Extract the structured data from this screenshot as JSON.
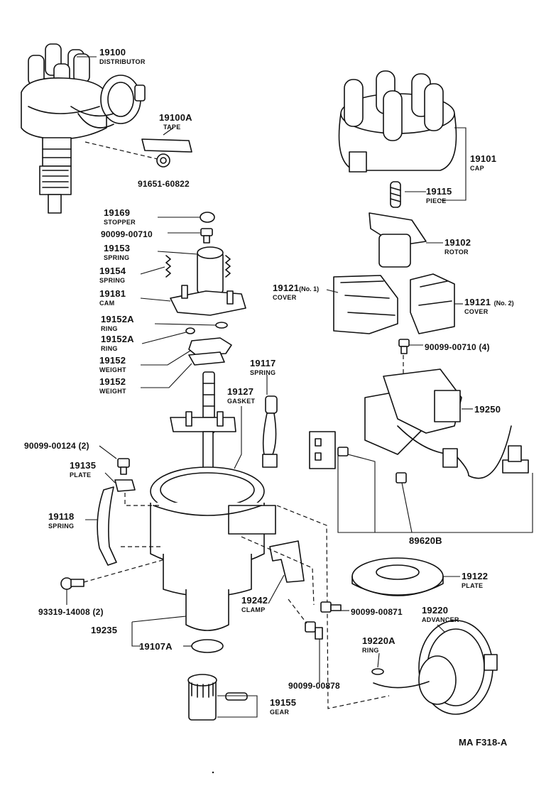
{
  "labels": {
    "p19100": {
      "num": "19100",
      "name": "DISTRIBUTOR"
    },
    "p19100A": {
      "num": "19100A",
      "name": "TAPE"
    },
    "p91651": {
      "num": "91651-60822"
    },
    "p19101": {
      "num": "19101",
      "name": "CAP"
    },
    "p19115": {
      "num": "19115",
      "name": "PIECE"
    },
    "p19169": {
      "num": "19169",
      "name": "STOPPER"
    },
    "p90099_00710a": {
      "num": "90099-00710"
    },
    "p19153": {
      "num": "19153",
      "name": "SPRING"
    },
    "p19154": {
      "num": "19154",
      "name": "SPRING"
    },
    "p19181": {
      "num": "19181",
      "name": "CAM"
    },
    "p19152A_1": {
      "num": "19152A",
      "name": "RING"
    },
    "p19152A_2": {
      "num": "19152A",
      "name": "RING"
    },
    "p19152_1": {
      "num": "19152",
      "name": "WEIGHT"
    },
    "p19152_2": {
      "num": "19152",
      "name": "WEIGHT"
    },
    "p19102": {
      "num": "19102",
      "name": "ROTOR"
    },
    "p19121_1": {
      "num": "19121",
      "qual": "(No. 1)",
      "name": "COVER"
    },
    "p19121_2": {
      "num": "19121",
      "qual": "(No. 2)",
      "name": "COVER"
    },
    "p90099_00710b": {
      "num": "90099-00710 (4)"
    },
    "p19117": {
      "num": "19117",
      "name": "SPRING"
    },
    "p19127": {
      "num": "19127",
      "name": "GASKET"
    },
    "p19250": {
      "num": "19250"
    },
    "p90099_00124": {
      "num": "90099-00124 (2)"
    },
    "p19135": {
      "num": "19135",
      "name": "PLATE"
    },
    "p19118": {
      "num": "19118",
      "name": "SPRING"
    },
    "p89620B": {
      "num": "89620B"
    },
    "p19122": {
      "num": "19122",
      "name": "PLATE"
    },
    "p19242": {
      "num": "19242",
      "name": "CLAMP"
    },
    "p90099_00871": {
      "num": "90099-00871"
    },
    "p19220": {
      "num": "19220",
      "name": "ADVANCER"
    },
    "p93319": {
      "num": "93319-14008 (2)"
    },
    "p19235": {
      "num": "19235"
    },
    "p19107A": {
      "num": "19107A"
    },
    "p19220A": {
      "num": "19220A",
      "name": "RING"
    },
    "p90099_00878": {
      "num": "90099-00878"
    },
    "p19155": {
      "num": "19155",
      "name": "GEAR"
    }
  },
  "footer": {
    "code": "MA  F318-A"
  }
}
